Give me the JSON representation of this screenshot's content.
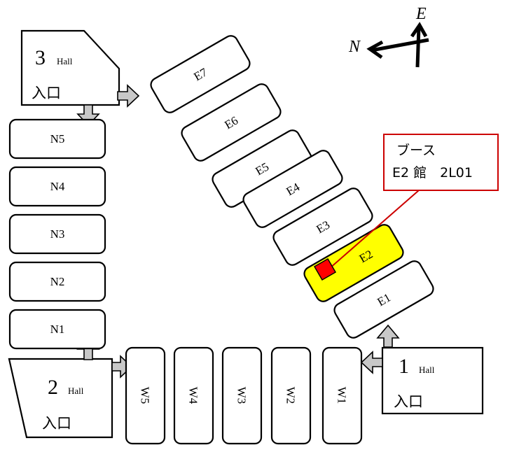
{
  "compass": {
    "north": "N",
    "east": "E"
  },
  "halls": {
    "hall3": {
      "number": "3",
      "word": "Hall",
      "entrance": "入口"
    },
    "hall2": {
      "number": "2",
      "word": "Hall",
      "entrance": "入口"
    },
    "hall1": {
      "number": "1",
      "word": "Hall",
      "entrance": "入口"
    }
  },
  "north_pavilions": [
    "N5",
    "N4",
    "N3",
    "N2",
    "N1"
  ],
  "west_pavilions": [
    "W5",
    "W4",
    "W3",
    "W2",
    "W1"
  ],
  "east_pavilions": [
    "E7",
    "E6",
    "E5",
    "E4",
    "E3",
    "E2",
    "E1"
  ],
  "highlighted_pavilion": "E2",
  "colors": {
    "highlight": "#ffff00",
    "booth_marker": "#ff0000",
    "callout_border": "#cc0000"
  },
  "callout": {
    "line1": "ブース",
    "line2": "E2 館　2L01"
  }
}
